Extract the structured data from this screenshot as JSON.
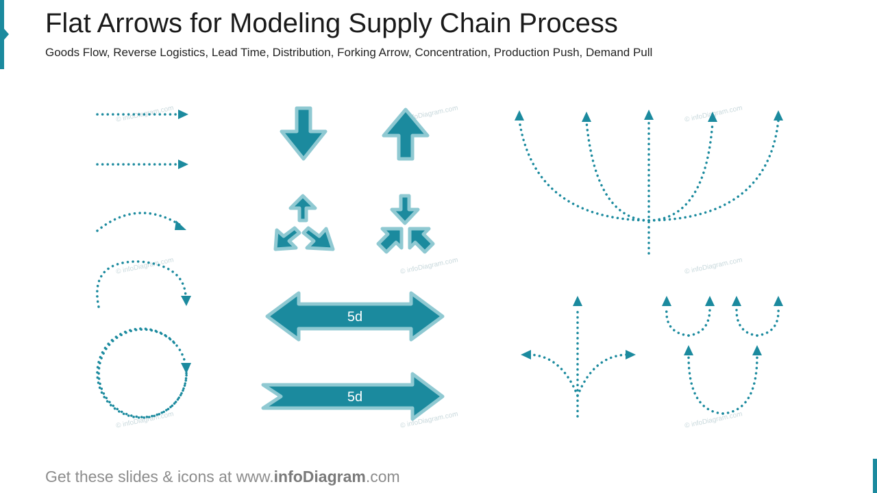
{
  "title": "Flat Arrows for Modeling Supply Chain Process",
  "subtitle": "Goods Flow, Reverse Logistics, Lead Time, Distribution, Forking Arrow, Concentration, Production Push, Demand Pull",
  "footer": {
    "prefix": "Get these slides & icons at www.",
    "brand": "infoDiagram",
    "suffix": ".com"
  },
  "arrows": {
    "double_label": "5d",
    "chevron_label": "5d"
  },
  "watermark": "© infoDiagram.com",
  "colors": {
    "accent": "#1b8a9e",
    "arrow_fill": "#1b8a9e",
    "arrow_outline": "#8fc9d2"
  }
}
